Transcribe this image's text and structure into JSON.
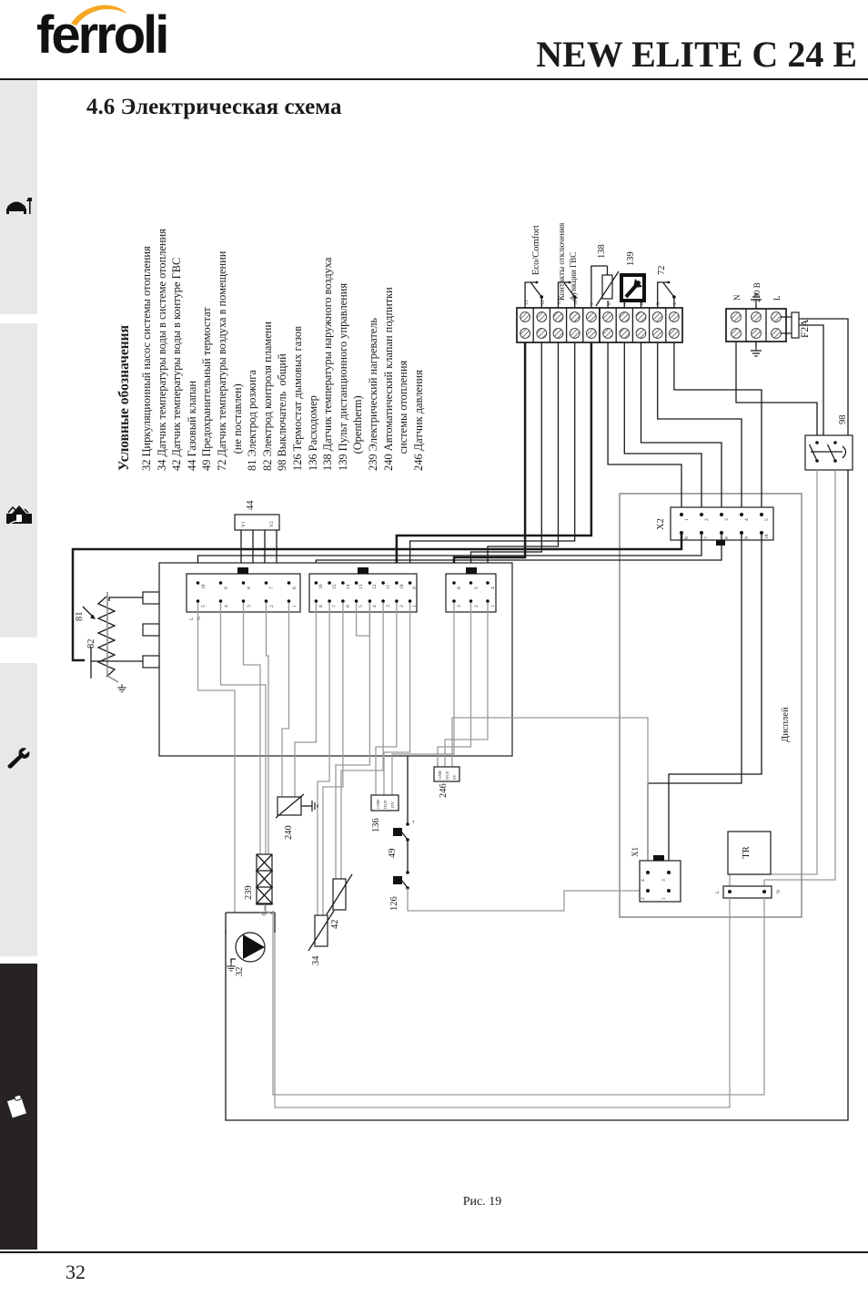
{
  "header": {
    "logo_text": "ferroli",
    "model": "NEW ELITE C 24 E"
  },
  "section": {
    "title": "4.6 Электрическая схема"
  },
  "legend": {
    "title": "Условные обозначения",
    "lines": [
      "32 Циркуляционный насос системы отопления",
      "34 Датчик температуры воды в системе отопления",
      "42 Датчик температуры воды в контуре ГВС",
      "44 Газовый клапан",
      "49 Предохранительный термостат",
      "72 Датчик температуры воздуха в помещении",
      "      (не поставлен)",
      "81 Электрод розжига",
      "82 Электрод контроля пламени",
      "98 Выключатель  общий",
      "126 Термостат дымовых газов",
      "136 Расходомер",
      "138 Датчик температуры наружного воздуха",
      "139 Пульт дистанционного управления",
      "      (Opentherm)",
      "239 Электрический нагреватель",
      "240 Автоматический клапан подпитки",
      "      системы отопления",
      "246 Датчик давления"
    ]
  },
  "diagram": {
    "labels": {
      "eco": "Eco/Comfort",
      "dhw1": "Контакты отключения",
      "dhw2": "функции ГВС",
      "s138": "138",
      "s139": "139",
      "s72": "72",
      "n": "N",
      "v230": "230 В",
      "l": "L",
      "fuse": "F2A",
      "s98": "98",
      "x2": "X2",
      "display": "Дисплей",
      "x1": "X1",
      "tr": "TR",
      "v44": "44",
      "v1": "V1",
      "v2": "V2",
      "e81": "81",
      "e82": "82",
      "p32": "32",
      "h239": "239",
      "v240": "240",
      "s34": "34",
      "s42": "42",
      "f136": "136",
      "t49": "49",
      "t126": "126",
      "p246": "246",
      "tmark": "T",
      "ln_l": "L",
      "ln_n": "N",
      "connA_l": "L",
      "connA_n": "N"
    },
    "terminal_numbers": [
      "13",
      "12",
      "11",
      "10",
      "9",
      "8",
      "7",
      "6",
      "5",
      "4"
    ],
    "connA": {
      "top": [
        "10",
        "9",
        "8",
        "7",
        "6"
      ],
      "bottom": [
        "5",
        "4",
        "3",
        "2",
        "1"
      ]
    },
    "connB": {
      "top": [
        "16",
        "15",
        "14",
        "13",
        "12",
        "11",
        "10",
        "9"
      ],
      "bottom": [
        "8",
        "7",
        "6",
        "5",
        "4",
        "3",
        "2",
        "1"
      ]
    },
    "connC": {
      "top": [
        "6",
        "5",
        "4"
      ],
      "bottom": [
        "3",
        "2",
        "1"
      ]
    },
    "x2_pins": {
      "top": [
        "1",
        "2",
        "3",
        "4",
        "5"
      ],
      "bottom": [
        "6",
        "7",
        "8",
        "9",
        "10"
      ]
    },
    "x1_pins": [
      "4",
      "3",
      "2",
      "1"
    ],
    "f136_pins": [
      "GND",
      "OUT",
      "12V"
    ],
    "p246_pins": [
      "GND",
      "OUT",
      "5V"
    ]
  },
  "caption": "Рис. 19",
  "footer": {
    "page_number": "32"
  },
  "colors": {
    "accent_orange": "#F6A723",
    "wire_gray": "#9a9a9a",
    "ink": "#1b1b1b"
  }
}
